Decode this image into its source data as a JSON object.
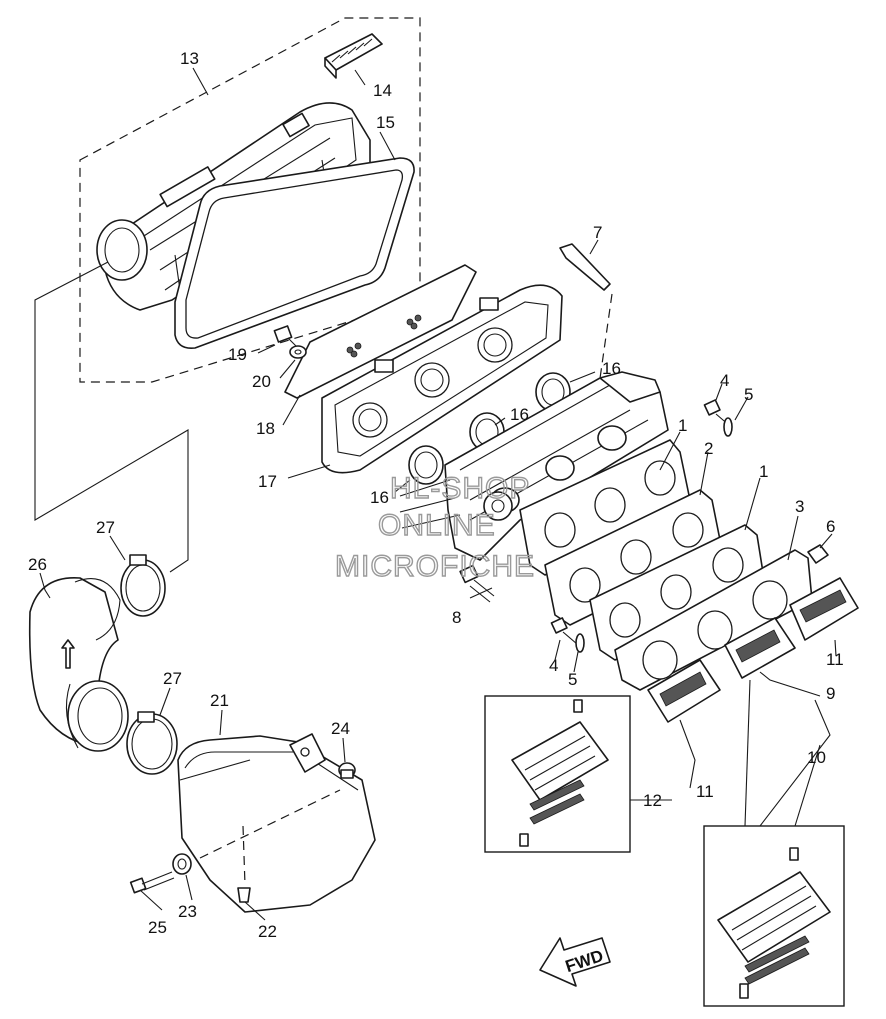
{
  "callouts": {
    "c13": "13",
    "c14": "14",
    "c15": "15",
    "c7": "7",
    "c19": "19",
    "c20": "20",
    "c18": "18",
    "c17": "17",
    "c16a": "16",
    "c16b": "16",
    "c16c": "16",
    "c4a": "4",
    "c5a": "5",
    "c1a": "1",
    "c2": "2",
    "c1b": "1",
    "c3": "3",
    "c6": "6",
    "c11a": "11",
    "c8": "8",
    "c4b": "4",
    "c5b": "5",
    "c9": "9",
    "c10": "10",
    "c27a": "27",
    "c26": "26",
    "c27b": "27",
    "c21": "21",
    "c24": "24",
    "c12": "12",
    "c11b": "11",
    "c25": "25",
    "c23": "23",
    "c22": "22"
  },
  "watermark": {
    "line1": "HL-SHOP",
    "line2": "ONLINE",
    "line3": "MICROFICHE"
  },
  "fwd_label": "FWD"
}
